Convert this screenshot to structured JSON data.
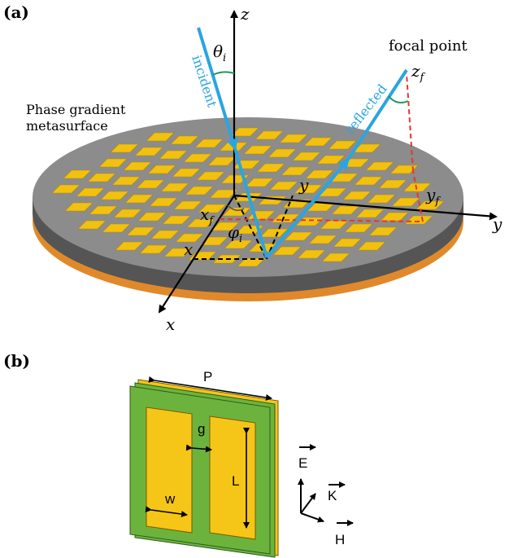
{
  "panel_a": {
    "label": "(a)",
    "surface_label_line1": "Phase gradient",
    "surface_label_line2": "metasurface",
    "incident_label": "incident",
    "reflected_label": "reflected",
    "focal_label": "focal point",
    "axis_z": "z",
    "axis_x": "x",
    "axis_y": "y",
    "theta": "θ",
    "theta_sub": "i",
    "phi": "φ",
    "phi_sub": "i",
    "xf": "x",
    "xf_sub": "f",
    "yf": "y",
    "yf_sub": "f",
    "zf": "z",
    "zf_sub": "f",
    "x_point": "x",
    "y_point": "y"
  },
  "panel_b": {
    "label": "(b)",
    "P": "P",
    "g": "g",
    "L": "L",
    "w": "w",
    "E": "E",
    "K": "K",
    "H": "H"
  },
  "colors": {
    "patch": "#f2c10f",
    "disc_top": "#8c8c8c",
    "disc_side": "#555555",
    "disc_base": "#e0892b",
    "ray": "#2aa5e0",
    "dashed_red": "#e8352c",
    "angle_arc": "#1a9a5a",
    "substrate_green": "#6cb33e",
    "cell_gold": "#f5c518"
  }
}
